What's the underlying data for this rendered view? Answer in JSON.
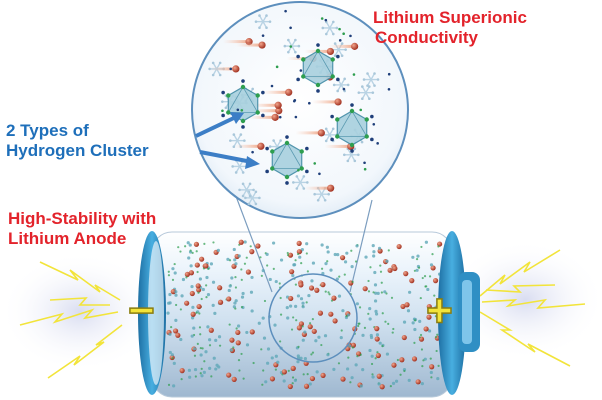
{
  "labels": {
    "superionic_line1": "Lithium Superionic",
    "superionic_line2": "Conductivity",
    "hydrogen_line1": "2 Types of",
    "hydrogen_line2": "Hydrogen Cluster",
    "stability_line1": "High-Stability with",
    "stability_line2": "Lithium Anode"
  },
  "battery": {
    "negative_symbol": "−",
    "positive_symbol": "+"
  },
  "colors": {
    "label_red": "#e3232b",
    "label_blue": "#1e6fba",
    "terminal_yellow": "#f2e43a",
    "battery_cap_blue": "#2f8fc4",
    "lithium_ion_red": "#c0392b",
    "cluster_teal": "#5fa7b8",
    "hydrogen_green": "#2e9e4f"
  },
  "icons": [
    "lightning-spark-icon",
    "minus-terminal-icon",
    "plus-terminal-icon",
    "arrow-icon"
  ]
}
